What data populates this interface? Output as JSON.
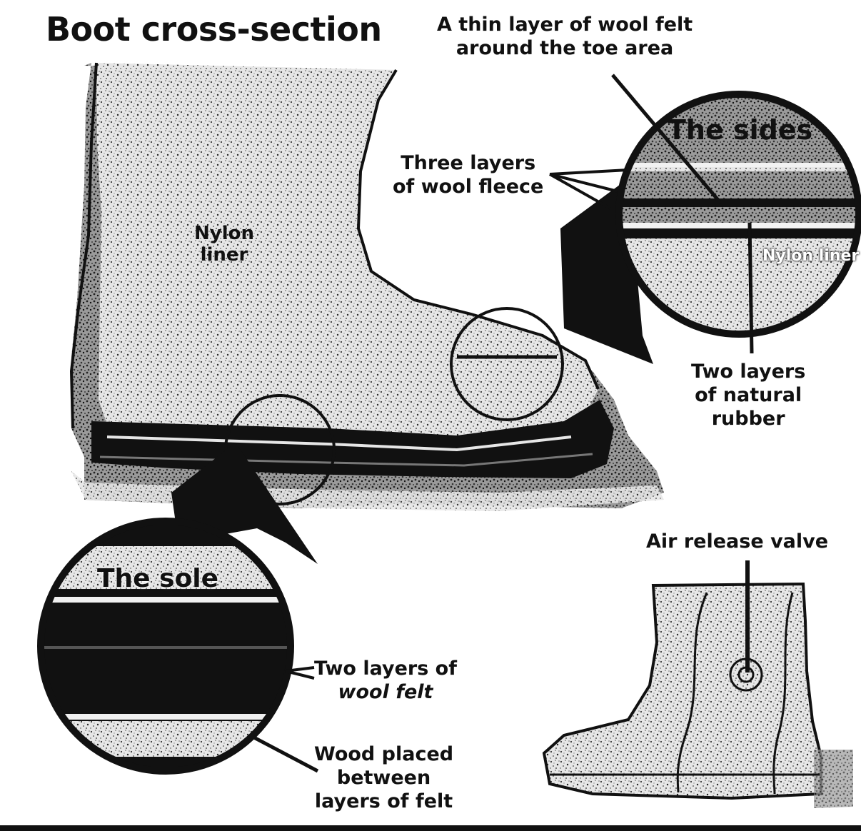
{
  "title": "Boot cross-section",
  "labels": {
    "toe_felt": [
      "A thin layer of wool felt",
      "around the toe area"
    ],
    "wool_fleece": [
      "Three layers",
      "of wool fleece"
    ],
    "nylon_liner": [
      "Nylon",
      "liner"
    ],
    "sides_title": "The sides",
    "sides_nylon": [
      "Nylon",
      "liner"
    ],
    "natural_rubber": [
      "Two layers",
      "of natural",
      "rubber"
    ],
    "sole_title": "The sole",
    "wool_felt": [
      "Two layers of",
      "wool felt"
    ],
    "wood": [
      "Wood placed",
      "between",
      "layers of felt"
    ],
    "air_valve": "Air release valve"
  },
  "colors": {
    "ink": "#111111",
    "speckle_fill": "#d9d9d9",
    "paper": "#ffffff"
  }
}
